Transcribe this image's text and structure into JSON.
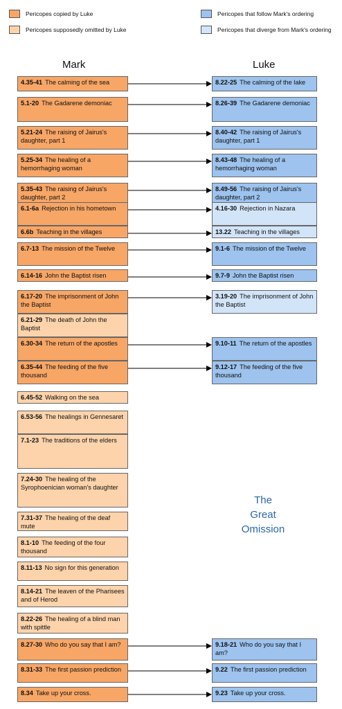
{
  "legend": {
    "copied": {
      "label": "Pericopes copied by Luke",
      "color": "#f7a666"
    },
    "omitted": {
      "label": "Pericopes supposedly omitted by Luke",
      "color": "#fcd3ab"
    },
    "follow": {
      "label": "Pericopes that follow Mark's ordering",
      "color": "#9dc3ee"
    },
    "diverge": {
      "label": "Pericopes that diverge from Mark's ordering",
      "color": "#d2e4f8"
    }
  },
  "columns": {
    "mark": "Mark",
    "luke": "Luke"
  },
  "mark": [
    {
      "ref": "4.35-41",
      "text": "The calming of the sea",
      "kind": "copied"
    },
    {
      "ref": "5.1-20",
      "text": "The Gadarene demoniac",
      "kind": "copied"
    },
    {
      "ref": "5.21-24",
      "text": "The raising of Jairus's daughter, part 1",
      "kind": "copied"
    },
    {
      "ref": "5.25-34",
      "text": "The healing of a hemorrhaging woman",
      "kind": "copied"
    },
    {
      "ref": "5.35-43",
      "text": "The raising of Jairus's daughter, part 2",
      "kind": "copied"
    },
    {
      "ref": "6.1-6a",
      "text": "Rejection in his hometown",
      "kind": "copied"
    },
    {
      "ref": "6.6b",
      "text": "Teaching in the villages",
      "kind": "copied"
    },
    {
      "ref": "6.7-13",
      "text": "The mission of the Twelve",
      "kind": "copied"
    },
    {
      "ref": "6.14-16",
      "text": "John the Baptist risen",
      "kind": "copied"
    },
    {
      "ref": "6.17-20",
      "text": "The imprisonment of John the Baptist",
      "kind": "copied"
    },
    {
      "ref": "6.21-29",
      "text": "The death of John the Baptist",
      "kind": "omitted"
    },
    {
      "ref": "6.30-34",
      "text": "The return of the apostles",
      "kind": "copied"
    },
    {
      "ref": "6.35-44",
      "text": "The feeding of the five thousand",
      "kind": "copied"
    },
    {
      "ref": "6.45-52",
      "text": "Walking on the sea",
      "kind": "omitted"
    },
    {
      "ref": "6.53-56",
      "text": "The healings in Gennesaret",
      "kind": "omitted"
    },
    {
      "ref": "7.1-23",
      "text": "The traditions of the elders",
      "kind": "omitted"
    },
    {
      "ref": "7.24-30",
      "text": "The healing of the Syrophoenician woman's daughter",
      "kind": "omitted"
    },
    {
      "ref": "7.31-37",
      "text": "The healing of the deaf mute",
      "kind": "omitted"
    },
    {
      "ref": "8.1-10",
      "text": "The feeding of the four thousand",
      "kind": "omitted"
    },
    {
      "ref": "8.11-13",
      "text": "No sign for this generation",
      "kind": "omitted"
    },
    {
      "ref": "8.14-21",
      "text": "The leaven of the Pharisees and of Herod",
      "kind": "omitted"
    },
    {
      "ref": "8.22-26",
      "text": "The healing of a blind man with spittle",
      "kind": "omitted"
    },
    {
      "ref": "8.27-30",
      "text": "Who do you say that I am?",
      "kind": "copied"
    },
    {
      "ref": "8.31-33",
      "text": "The first passion prediction",
      "kind": "copied"
    },
    {
      "ref": "8.34",
      "text": "Take up your cross.",
      "kind": "copied"
    }
  ],
  "luke": [
    {
      "ref": "8.22-25",
      "text": "The calming of the lake",
      "kind": "follow",
      "from": 0
    },
    {
      "ref": "8.26-39",
      "text": "The Gadarene demoniac",
      "kind": "follow",
      "from": 1
    },
    {
      "ref": "8.40-42",
      "text": "The raising of Jairus's daughter, part 1",
      "kind": "follow",
      "from": 2
    },
    {
      "ref": "8.43-48",
      "text": "The healing of a hemorrhaging woman",
      "kind": "follow",
      "from": 3
    },
    {
      "ref": "8.49-56",
      "text": "The raising of Jairus's daughter, part 2",
      "kind": "follow",
      "from": 4
    },
    {
      "ref": "4.16-30",
      "text": "Rejection in Nazara",
      "kind": "diverge",
      "from": 5
    },
    {
      "ref": "13.22",
      "text": "Teaching in the villages",
      "kind": "diverge",
      "from": 6
    },
    {
      "ref": "9.1-6",
      "text": "The mission of the Twelve",
      "kind": "follow",
      "from": 7
    },
    {
      "ref": "9.7-9",
      "text": "John the Baptist risen",
      "kind": "follow",
      "from": 8
    },
    {
      "ref": "3.19-20",
      "text": "The imprisonment of John the Baptist",
      "kind": "diverge",
      "from": 9
    },
    {
      "ref": "9.10-11",
      "text": "The return of the apostles",
      "kind": "follow",
      "from": 11
    },
    {
      "ref": "9.12-17",
      "text": "The feeding of the five thousand",
      "kind": "follow",
      "from": 12
    },
    {
      "ref": "9.18-21",
      "text": "Who do you say that I am?",
      "kind": "follow",
      "from": 22
    },
    {
      "ref": "9.22",
      "text": "The first passion prediction",
      "kind": "follow",
      "from": 23
    },
    {
      "ref": "9.23",
      "text": "Take up your cross.",
      "kind": "follow",
      "from": 24
    }
  ],
  "omission_label": [
    "The",
    "Great",
    "Omission"
  ]
}
